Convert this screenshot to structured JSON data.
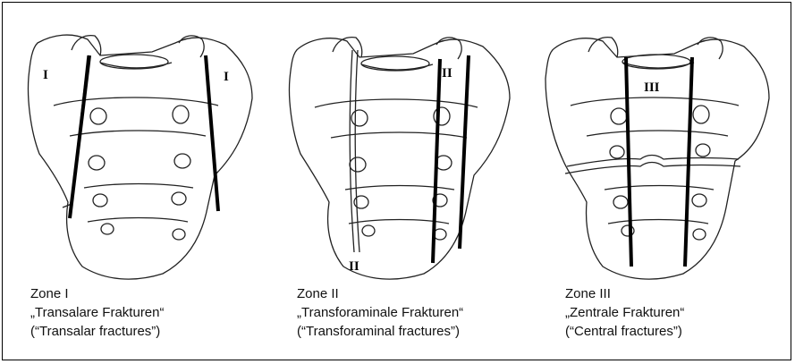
{
  "panels": [
    {
      "zone": "Zone I",
      "german": "„Transalare Frakturen“",
      "english": "(“Transalar fractures”)",
      "marks": [
        "I",
        "I"
      ]
    },
    {
      "zone": "Zone II",
      "german": "„Transforaminale Frakturen“",
      "english": "(“Transforaminal fractures”)",
      "marks": [
        "II",
        "II"
      ]
    },
    {
      "zone": "Zone III",
      "german": "„Zentrale Frakturen“",
      "english": "(“Central fractures”)",
      "marks": [
        "III"
      ]
    }
  ],
  "colors": {
    "line": "#000000",
    "outline": "#222222",
    "background": "#ffffff"
  }
}
